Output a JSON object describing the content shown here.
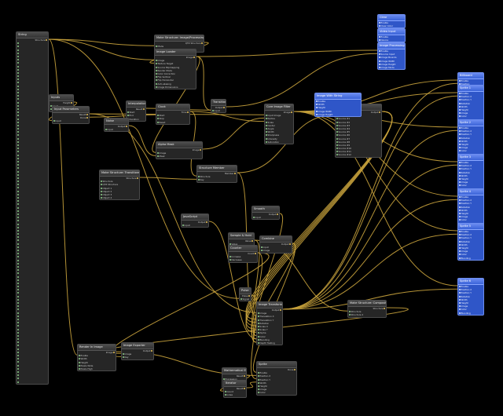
{
  "wire_color": "#c8a23c",
  "node_colors": {
    "default": "#262626",
    "header": "#444444",
    "blue": "#2f56c8"
  },
  "nodes": [
    {
      "id": "list",
      "title": "String",
      "blue": false,
      "inputs": [],
      "outputs": [
        "Structure"
      ]
    },
    {
      "id": "img_struct",
      "title": "Make Structure: Image/Processing",
      "blue": false,
      "inputs": [
        "Mode",
        "Start Index"
      ],
      "outputs": [
        "QTZ Structure"
      ]
    },
    {
      "id": "loader",
      "title": "Image Loader",
      "blue": false,
      "inputs": [
        "Image",
        "Texture Target",
        "Source Mipmapping",
        "Render Mode",
        "Color Correction",
        "Flip Vertical",
        "Flip Horizontal",
        "Anti-aliasing",
        "Image Dimensions"
      ],
      "outputs": [
        "Image"
      ]
    },
    {
      "id": "interp",
      "title": "Interpolation",
      "blue": false,
      "inputs": [
        "Start",
        "End",
        "Duration"
      ],
      "outputs": [
        "Result"
      ]
    },
    {
      "id": "tr_a",
      "title": "Transition",
      "blue": false,
      "inputs": [
        "Input"
      ],
      "outputs": [
        "Output"
      ]
    },
    {
      "id": "inputs",
      "title": "Inputs",
      "blue": false,
      "inputs": [
        "Input",
        "Image"
      ],
      "outputs": [
        "Height"
      ]
    },
    {
      "id": "param",
      "title": "Input Parameters",
      "blue": false,
      "inputs": [
        "Input"
      ],
      "outputs": [
        "Result",
        "Done"
      ]
    },
    {
      "id": "noise",
      "title": "Noise",
      "blue": false,
      "inputs": [
        "Input"
      ],
      "outputs": [
        "Output"
      ]
    },
    {
      "id": "clock",
      "title": "Clock",
      "blue": false,
      "inputs": [
        "Start",
        "Stop",
        "Reset"
      ],
      "outputs": [
        "Time"
      ]
    },
    {
      "id": "alpha",
      "title": "Alpha Mask",
      "blue": false,
      "inputs": [
        "Image",
        "Mask"
      ],
      "outputs": [
        "Image"
      ]
    },
    {
      "id": "bigstruct",
      "title": "Make Structure: Transitions",
      "blue": false,
      "inputs": [
        "Structure",
        "QTZ Structure",
        "Object 1",
        "Object 2",
        "Object 3",
        "Object 4"
      ],
      "outputs": [
        "Structure"
      ]
    },
    {
      "id": "member",
      "title": "Structure Member",
      "blue": false,
      "inputs": [
        "Structure",
        "Key"
      ],
      "outputs": [
        "Member"
      ]
    },
    {
      "id": "filter",
      "title": "Core Image Filter",
      "blue": false,
      "inputs": [
        "Input Image",
        "Radius",
        "Scale",
        "Center",
        "Angle",
        "Width",
        "Sharpness",
        "Intensity",
        "Saturation"
      ],
      "outputs": [
        "Image"
      ]
    },
    {
      "id": "multiplex",
      "title": "Multiplexer",
      "blue": false,
      "inputs": [
        "Source Index",
        "Source #1",
        "Source #2",
        "Source #3",
        "Source #4",
        "Source #5",
        "Source #6",
        "Source #7",
        "Source #8",
        "Source #9",
        "Source #10",
        "Source #11",
        "Source #12"
      ],
      "outputs": [
        "Output"
      ]
    },
    {
      "id": "smooth",
      "title": "Smooth",
      "blue": false,
      "inputs": [
        "Input"
      ],
      "outputs": [
        "Output"
      ]
    },
    {
      "id": "jsnode",
      "title": "JavaScript",
      "blue": false,
      "inputs": [
        "Input"
      ],
      "outputs": [
        "Output"
      ]
    },
    {
      "id": "sample",
      "title": "Sample & Hold",
      "blue": false,
      "inputs": [
        "Value",
        "Sampling"
      ],
      "outputs": [
        "Value"
      ]
    },
    {
      "id": "counter",
      "title": "Counter",
      "blue": false,
      "inputs": [
        "Increase",
        "Decrease"
      ],
      "outputs": [
        "Count"
      ]
    },
    {
      "id": "combine",
      "title": "Combine",
      "blue": false,
      "inputs": [
        "Input",
        "Image"
      ],
      "outputs": [
        "Output"
      ]
    },
    {
      "id": "renderer",
      "title": "Render In Image",
      "blue": false,
      "inputs": [
        "Enable",
        "Width",
        "Height",
        "Pixels Wide",
        "Pixels High"
      ],
      "outputs": [
        "Image"
      ]
    },
    {
      "id": "mid",
      "title": "Image Transform",
      "blue": false,
      "inputs": [
        "Image",
        "Translation X",
        "Translation Y",
        "Rotation",
        "Scale X",
        "Scale Y",
        "Alpha",
        "Color",
        "Blending",
        "Depth Testing"
      ],
      "outputs": [
        "Output"
      ]
    },
    {
      "id": "trigger",
      "title": "Pulse",
      "blue": false,
      "inputs": [
        "Signal"
      ],
      "outputs": [
        "Pulse"
      ]
    },
    {
      "id": "structmember2",
      "title": "Make Structure: Composition",
      "blue": false,
      "inputs": [
        "Structure",
        "Structure 2"
      ],
      "outputs": [
        "Structure"
      ]
    },
    {
      "id": "exporter",
      "title": "Image Exporter",
      "blue": false,
      "inputs": [
        "Image",
        "Key"
      ],
      "outputs": [
        "Output"
      ]
    },
    {
      "id": "sprite",
      "title": "Sprite",
      "blue": false,
      "inputs": [
        "Enable",
        "Position X",
        "Position Y",
        "Width",
        "Height",
        "Image",
        "Color"
      ],
      "outputs": [
        "Done"
      ]
    },
    {
      "id": "math",
      "title": "Mathematical Expression",
      "blue": false,
      "inputs": [
        "Expression",
        "Input 1",
        "Input 2"
      ],
      "outputs": [
        "Result"
      ]
    },
    {
      "id": "iter",
      "title": "Iterator",
      "blue": false,
      "inputs": [
        "Count",
        "Index"
      ],
      "outputs": [
        "Result"
      ]
    },
    {
      "id": "b1",
      "title": "Clear",
      "blue": true,
      "inputs": [
        "Enable",
        "Clear Color"
      ],
      "outputs": []
    },
    {
      "id": "b2",
      "title": "Video Input",
      "blue": true,
      "inputs": [
        "Enable",
        "Device"
      ],
      "outputs": []
    },
    {
      "id": "b3",
      "title": "Image Processing",
      "blue": true,
      "inputs": [
        "Enable",
        "Source Input",
        "Image Bounds",
        "Image Width",
        "Image Height",
        "Image Mode"
      ],
      "outputs": []
    },
    {
      "id": "bwide",
      "title": "Image With String",
      "blue": true,
      "inputs": [
        "Enable",
        "Width",
        "Height",
        "Image Width",
        "Image Height"
      ],
      "outputs": []
    },
    {
      "id": "r1",
      "title": "Billboard",
      "blue": true,
      "inputs": [
        "Enable",
        "Position"
      ],
      "outputs": []
    },
    {
      "id": "r2",
      "title": "Sprite 1",
      "blue": true,
      "inputs": [
        "Enable",
        "Position X",
        "Position Y",
        "Rotation",
        "Width",
        "Height",
        "Image",
        "Color",
        "Blending"
      ],
      "outputs": []
    },
    {
      "id": "r3",
      "title": "Sprite 2",
      "blue": true,
      "inputs": [
        "Enable",
        "Position X",
        "Position Y",
        "Rotation",
        "Width",
        "Height",
        "Image",
        "Color",
        "Blending"
      ],
      "outputs": []
    },
    {
      "id": "r4",
      "title": "Sprite 3",
      "blue": true,
      "inputs": [
        "Enable",
        "Position X",
        "Position Y",
        "Rotation",
        "Width",
        "Height",
        "Image",
        "Color",
        "Blending"
      ],
      "outputs": []
    },
    {
      "id": "r5",
      "title": "Sprite 4",
      "blue": true,
      "inputs": [
        "Enable",
        "Position X",
        "Position Y",
        "Rotation",
        "Width",
        "Height",
        "Image",
        "Color",
        "Blending"
      ],
      "outputs": []
    },
    {
      "id": "r6",
      "title": "Sprite 5",
      "blue": true,
      "inputs": [
        "Enable",
        "Position X",
        "Position Y",
        "Rotation",
        "Width",
        "Height",
        "Image",
        "Color",
        "Blending"
      ],
      "outputs": []
    },
    {
      "id": "r7",
      "title": "Sprite 6",
      "blue": true,
      "inputs": [
        "Enable",
        "Position X",
        "Position Y",
        "Rotation",
        "Width",
        "Height",
        "Image",
        "Color",
        "Blending"
      ],
      "outputs": []
    }
  ],
  "connections": [
    [
      "list",
      0,
      "img_struct",
      0
    ],
    [
      "list",
      0,
      "loader",
      0
    ],
    [
      "list",
      0,
      "renderer",
      0
    ],
    [
      "list",
      0,
      "trigger",
      0
    ],
    [
      "img_struct",
      0,
      "loader",
      1
    ],
    [
      "loader",
      0,
      "b3",
      0
    ],
    [
      "loader",
      0,
      "alpha",
      0
    ],
    [
      "loader",
      0,
      "tr_a",
      0
    ],
    [
      "inputs",
      0,
      "param",
      0
    ],
    [
      "param",
      0,
      "mid",
      0
    ],
    [
      "param",
      1,
      "clock",
      0
    ],
    [
      "param",
      0,
      "filter",
      0
    ],
    [
      "noise",
      0,
      "alpha",
      1
    ],
    [
      "alpha",
      0,
      "filter",
      1
    ],
    [
      "clock",
      0,
      "filter",
      2
    ],
    [
      "clock",
      0,
      "member",
      0
    ],
    [
      "bigstruct",
      0,
      "member",
      1
    ],
    [
      "member",
      0,
      "multiplex",
      0
    ],
    [
      "member",
      0,
      "mid",
      1
    ],
    [
      "filter",
      0,
      "r1",
      0
    ],
    [
      "filter",
      0,
      "r2",
      0
    ],
    [
      "filter",
      0,
      "r3",
      0
    ],
    [
      "filter",
      0,
      "r4",
      0
    ],
    [
      "filter",
      0,
      "r5",
      0
    ],
    [
      "filter",
      0,
      "r6",
      0
    ],
    [
      "filter",
      0,
      "r7",
      0
    ],
    [
      "multiplex",
      0,
      "mid",
      2
    ],
    [
      "multiplex",
      0,
      "mid",
      3
    ],
    [
      "multiplex",
      0,
      "mid",
      4
    ],
    [
      "multiplex",
      0,
      "mid",
      5
    ],
    [
      "multiplex",
      0,
      "mid",
      6
    ],
    [
      "smooth",
      0,
      "mid",
      7
    ],
    [
      "jsnode",
      0,
      "mid",
      8
    ],
    [
      "sample",
      0,
      "mid",
      9
    ],
    [
      "counter",
      0,
      "mid",
      9
    ],
    [
      "combine",
      0,
      "mid",
      8
    ],
    [
      "combine",
      0,
      "sprite",
      0
    ],
    [
      "sample",
      0,
      "structmember2",
      0
    ],
    [
      "mid",
      0,
      "r1",
      1
    ],
    [
      "mid",
      0,
      "r2",
      1
    ],
    [
      "mid",
      0,
      "r3",
      1
    ],
    [
      "mid",
      0,
      "r4",
      1
    ],
    [
      "mid",
      0,
      "r5",
      1
    ],
    [
      "mid",
      0,
      "r6",
      1
    ],
    [
      "mid",
      0,
      "r7",
      1
    ],
    [
      "structmember2",
      0,
      "exporter",
      0
    ],
    [
      "renderer",
      0,
      "sprite",
      1
    ],
    [
      "trigger",
      0,
      "sprite",
      2
    ],
    [
      "math",
      0,
      "iter",
      0
    ],
    [
      "iter",
      0,
      "sprite",
      3
    ],
    [
      "tr_a",
      0,
      "b3",
      1
    ],
    [
      "interp",
      0,
      "tr_a",
      0
    ],
    [
      "counter",
      0,
      "exporter",
      1
    ]
  ]
}
